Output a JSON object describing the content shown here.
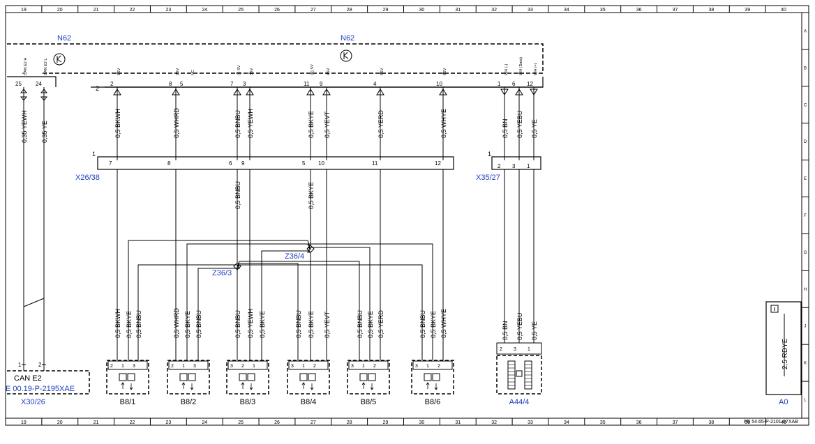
{
  "ruler": {
    "cols": [
      "19",
      "20",
      "21",
      "22",
      "23",
      "24",
      "25",
      "26",
      "27",
      "28",
      "29",
      "30",
      "31",
      "32",
      "33",
      "34",
      "35",
      "36",
      "37",
      "38",
      "39",
      "40"
    ],
    "rows": [
      "A",
      "B",
      "C",
      "D",
      "E",
      "F",
      "G",
      "H",
      "J",
      "K",
      "L"
    ]
  },
  "doc_code": "PE 54.65-P-2101-97XAB",
  "labels": {
    "n62_left": "N62",
    "n62_right": "N62",
    "x26": "X26/38",
    "x35": "X35/27",
    "z36_4": "Z36/4",
    "z36_3": "Z36/3",
    "can_e2": "CAN E2",
    "can_ref": "E 00.19-P-2195XAE",
    "x30": "X30/26",
    "a0": "A0",
    "a0_wire": "2,5 RDYE",
    "top_conn_num": "2",
    "x26_conn_num": "1",
    "x35_conn_num": "1"
  },
  "n62_pins": [
    {
      "num": "25",
      "sig": "CAN E2 H"
    },
    {
      "num": "24",
      "sig": "CAN E2 L"
    },
    {
      "num": "2",
      "sig": "1SV"
    },
    {
      "num": "8",
      "sig": "2SV"
    },
    {
      "num": "5",
      "sig": "NC"
    },
    {
      "num": "7",
      "sig": "(-) SV"
    },
    {
      "num": "3",
      "sig": "3SV"
    },
    {
      "num": "11",
      "sig": "(+) SV"
    },
    {
      "num": "9",
      "sig": "4SV"
    },
    {
      "num": "4",
      "sig": "5SV"
    },
    {
      "num": "10",
      "sig": "6SV"
    },
    {
      "num": "1",
      "sig": "WH (-)"
    },
    {
      "num": "6",
      "sig": "WH (Data)"
    },
    {
      "num": "12",
      "sig": "WH (+)"
    }
  ],
  "upper_wires": [
    "0,35 YEWH",
    "0,35 YE",
    "0,5 BKWH",
    "0,5 WHRD",
    "0,5 BNBU",
    "0,5 YEWH",
    "0,5 BKYE",
    "0,5 YEVT",
    "0,5 YERD",
    "0,5 WHYE",
    "0,5 BN",
    "0,5 YEBU",
    "0,5 YE"
  ],
  "x26_pins": [
    "7",
    "8",
    "6",
    "9",
    "5",
    "10",
    "11",
    "12"
  ],
  "x35_pins": [
    "2",
    "3",
    "1"
  ],
  "mid_wires": [
    "0,5 BNBU",
    "0,5 BKYE"
  ],
  "sensors": [
    {
      "name": "B8/1",
      "wires": [
        "0,5 BKWH",
        "0,5 BKYE",
        "0,5 BNBU"
      ],
      "pins": [
        "2",
        "1",
        "3"
      ]
    },
    {
      "name": "B8/2",
      "wires": [
        "0,5 WHRD",
        "0,5 BKYE",
        "0,5 BNBU"
      ],
      "pins": [
        "2",
        "1",
        "3"
      ]
    },
    {
      "name": "B8/3",
      "wires": [
        "0,5 BNBU",
        "0,5 YEWH",
        "0,5 BKYE"
      ],
      "pins": [
        "3",
        "2",
        "1"
      ]
    },
    {
      "name": "B8/4",
      "wires": [
        "0,5 BNBU",
        "0,5 BKYE",
        "0,5 YEVT"
      ],
      "pins": [
        "3",
        "1",
        "2"
      ]
    },
    {
      "name": "B8/5",
      "wires": [
        "0,5 BNBU",
        "0,5 BKYE",
        "0,5 YERD"
      ],
      "pins": [
        "3",
        "1",
        "2"
      ]
    },
    {
      "name": "B8/6",
      "wires": [
        "0,5 BNBU",
        "0,5 BKYE",
        "0,5 WHYE"
      ],
      "pins": [
        "3",
        "1",
        "2"
      ]
    }
  ],
  "a44": {
    "name": "A44/4",
    "wires": [
      "0,5 BN",
      "0,5 YEBU",
      "0,5 YE"
    ],
    "pins": [
      "2",
      "3",
      "1"
    ]
  },
  "x30_pins": [
    "1",
    "2"
  ]
}
